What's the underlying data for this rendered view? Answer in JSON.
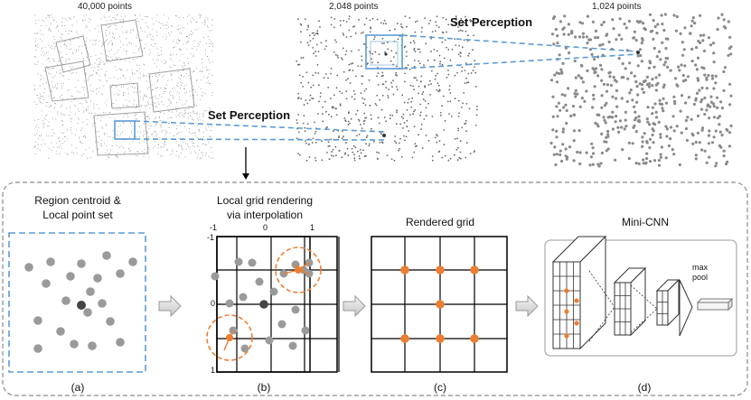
{
  "point_counts": [
    "40,000 points",
    "2,048 points",
    "1,024 points"
  ],
  "set_perception": [
    "Set Perception",
    "Set Perception"
  ],
  "panels": [
    {
      "title": [
        "Region centroid &",
        "Local point set"
      ],
      "label": "(a)"
    },
    {
      "title": [
        "Local grid rendering",
        "via interpolation"
      ],
      "label": "(b)"
    },
    {
      "title": [
        "Rendered grid"
      ],
      "label": "(c)"
    },
    {
      "title": [
        "Mini-CNN"
      ],
      "label": "(d)"
    }
  ],
  "grid_ticks": {
    "top": [
      "-1",
      "0",
      "1"
    ],
    "left": [
      "-1",
      "0",
      "1"
    ]
  },
  "cnn_labels": [
    "max",
    "pool"
  ],
  "colors": {
    "accent_blue": "#5b9bd5",
    "orange": "#ed7d31",
    "point_gray": "#9a9a9a",
    "centroid": "#444444"
  }
}
